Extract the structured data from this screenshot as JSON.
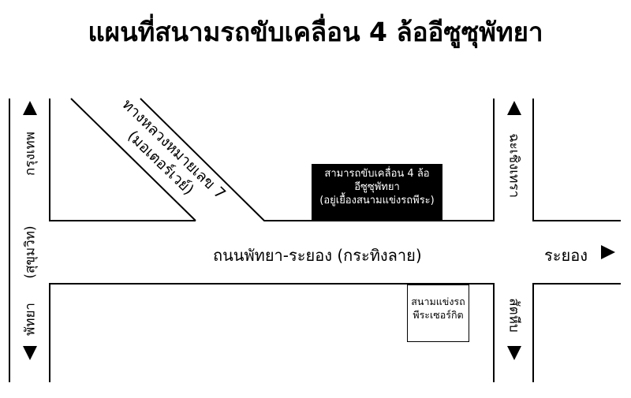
{
  "title": "แผนที่สนามรถขับเคลื่อน 4 ล้ออีซูซุพัทยา",
  "roads": {
    "main": "ถนนพัทยา-ระยอง (กระทิงลาย)",
    "east": "ระยอง",
    "highway_line1": "ทางหลวงหมายเลข 7",
    "highway_line2": "(มอเตอร์เวย์)",
    "left_top": "กรุงเทพ",
    "left_mid": "(สุขุมวิท)",
    "left_bottom": "พัทยา",
    "right_top": "ฉะเชิงเทรา",
    "right_bottom": "สัตหีบ"
  },
  "places": {
    "destination_line1": "สามารถขับเคลื่อน 4 ล้อ",
    "destination_line2": "อีซูซุพัทยา",
    "destination_line3": "(อยู่เยื้องสนามแข่งรถพีระ)",
    "track_line1": "สนามแข่งรถ",
    "track_line2": "พีระเซอร์กิต"
  }
}
